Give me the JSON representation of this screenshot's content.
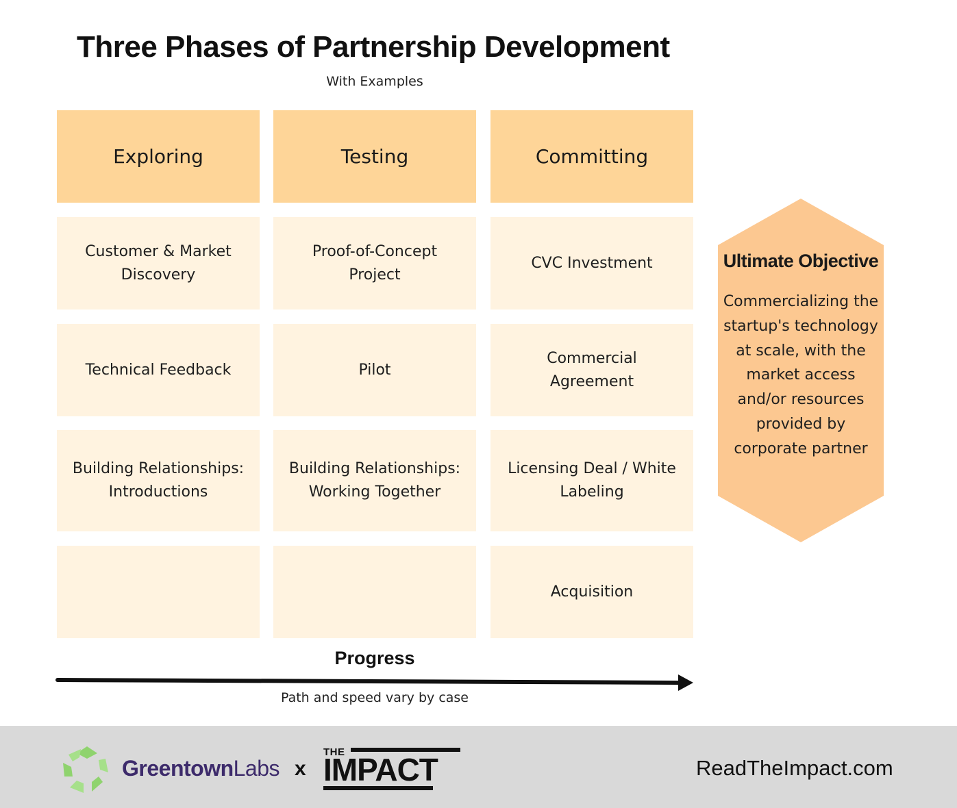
{
  "title": "Three Phases of Partnership Development",
  "subtitle": "With Examples",
  "phases": [
    {
      "name": "Exploring",
      "examples": [
        "Customer & Market Discovery",
        "Technical Feedback",
        "Building Relationships: Introductions",
        ""
      ]
    },
    {
      "name": "Testing",
      "examples": [
        "Proof-of-Concept Project",
        "Pilot",
        "Building Relationships: Working Together",
        ""
      ]
    },
    {
      "name": "Committing",
      "examples": [
        "CVC Investment",
        "Commercial Agreement",
        "Licensing Deal / White Labeling",
        "Acquisition"
      ]
    }
  ],
  "objective": {
    "title": "Ultimate Objective",
    "text": "Commercializing the startup's technology at scale, with the market access and/or resources provided by corporate partner"
  },
  "progress": {
    "label": "Progress",
    "note": "Path and speed vary by case"
  },
  "footer": {
    "greentown_bold": "Greentown",
    "greentown_light": "Labs",
    "times": "x",
    "impact_the": "THE",
    "impact_word": "IMPACT",
    "website": "ReadTheImpact.com"
  },
  "colors": {
    "header_fill": "#fed598",
    "cell_fill": "#fff3e0",
    "objective_fill": "#fcc891",
    "footer_bg": "#d9d9d9",
    "greentown_text": "#3d2b6b",
    "logo_green": "#8fd36e"
  }
}
